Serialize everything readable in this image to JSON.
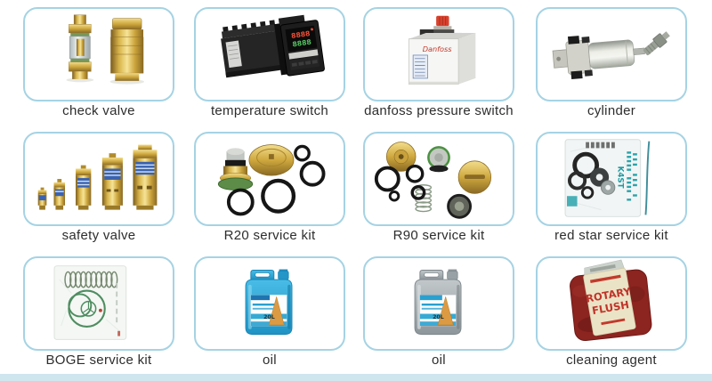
{
  "page": {
    "background": "#ffffff",
    "bottom_strip_color": "#cfe6ef",
    "box_border_color": "#a5d3e4",
    "caption_color": "#2d2d2d"
  },
  "products": [
    {
      "label": "check valve"
    },
    {
      "label": "temperature switch",
      "display_top": "8888",
      "display_bottom": "8888"
    },
    {
      "label": "danfoss pressure switch",
      "logo_text": "Danfoss"
    },
    {
      "label": "cylinder"
    },
    {
      "label": "safety valve"
    },
    {
      "label": "R20 service kit"
    },
    {
      "label": "R90 service kit"
    },
    {
      "label": "red star service kit",
      "bag_text": "K4ST"
    },
    {
      "label": "BOGE service kit"
    },
    {
      "label": "oil",
      "can_text": "20L"
    },
    {
      "label": "oil",
      "can_text": "20L"
    },
    {
      "label": "cleaning agent",
      "package_text_line1": "ROTARY",
      "package_text_line2": "FLUSH"
    }
  ]
}
